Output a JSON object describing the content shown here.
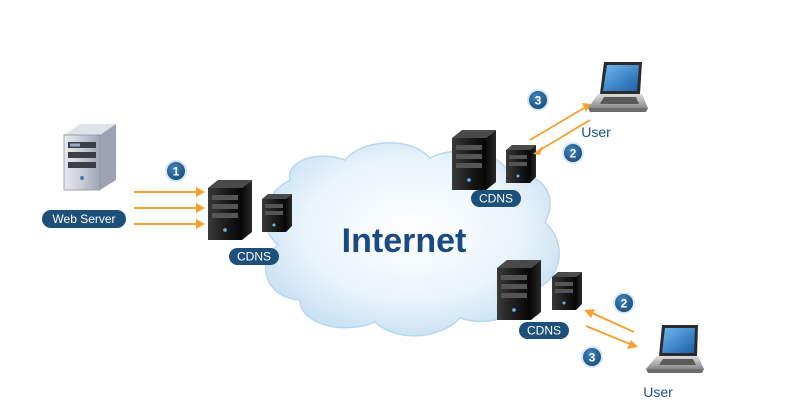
{
  "diagram": {
    "network_label": "Internet",
    "web_server_label": "Web Server",
    "cdns_label": "CDNS",
    "user_label": "User",
    "steps": [
      "1",
      "2",
      "3"
    ]
  },
  "colors": {
    "arrow": "#f5a030",
    "badge": "#1c4f7a",
    "cloud_edge": "#b8d8ee",
    "text_blue": "#1a4a82"
  }
}
